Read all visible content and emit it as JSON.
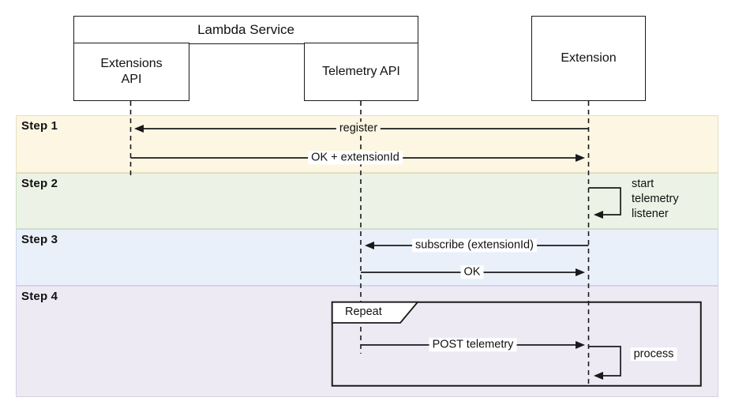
{
  "participants": {
    "lambda_service": "Lambda Service",
    "extensions_api": "Extensions\nAPI",
    "telemetry_api": "Telemetry API",
    "extension": "Extension"
  },
  "steps": [
    {
      "label": "Step 1"
    },
    {
      "label": "Step 2"
    },
    {
      "label": "Step 3"
    },
    {
      "label": "Step 4"
    }
  ],
  "messages": {
    "register": "register",
    "ok_extension_id": "OK + extensionId",
    "start_telemetry_listener": "start\ntelemetry\nlistener",
    "subscribe_extension_id": "subscribe (extensionId)",
    "ok": "OK",
    "repeat_label": "Repeat",
    "post_telemetry": "POST telemetry",
    "process": "process"
  },
  "colors": {
    "step1_bg": "#fcf6e3",
    "step2_bg": "#ecf3e6",
    "step3_bg": "#e9f0fa",
    "step4_bg": "#edeaf4",
    "line": "#1a1a1a",
    "box_bg": "#ffffff"
  }
}
